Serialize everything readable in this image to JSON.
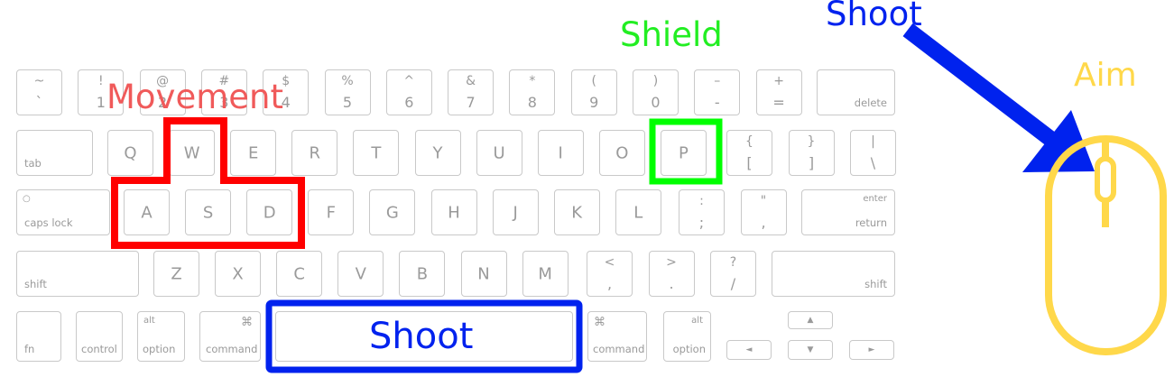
{
  "labels": {
    "movement": "Movement",
    "shield": "Shield",
    "shoot_top": "Shoot",
    "shoot_space": "Shoot",
    "aim": "Aim"
  },
  "colors": {
    "movement": "#ff0000",
    "movement_text": "#f05a5a",
    "shield": "#00ff00",
    "shield_text": "#22ee22",
    "shoot": "#0022ee",
    "aim": "#ffd84a",
    "key_border": "#c9c9c9",
    "key_text": "#9a9a9a"
  },
  "keyboard": {
    "row1": [
      {
        "top": "~",
        "bottom": "`"
      },
      {
        "top": "!",
        "bottom": "1"
      },
      {
        "top": "@",
        "bottom": "2"
      },
      {
        "top": "#",
        "bottom": "3"
      },
      {
        "top": "$",
        "bottom": "4"
      },
      {
        "top": "%",
        "bottom": "5"
      },
      {
        "top": "^",
        "bottom": "6"
      },
      {
        "top": "&",
        "bottom": "7"
      },
      {
        "top": "*",
        "bottom": "8"
      },
      {
        "top": "(",
        "bottom": "9"
      },
      {
        "top": ")",
        "bottom": "0"
      },
      {
        "top": "–",
        "bottom": "-"
      },
      {
        "top": "+",
        "bottom": "="
      }
    ],
    "delete": "delete",
    "tab": "tab",
    "row2": [
      "Q",
      "W",
      "E",
      "R",
      "T",
      "Y",
      "U",
      "I",
      "O",
      "P"
    ],
    "row2_symbols": [
      {
        "top": "{",
        "bottom": "["
      },
      {
        "top": "}",
        "bottom": "]"
      },
      {
        "top": "|",
        "bottom": "\\"
      }
    ],
    "caps_lock": "caps lock",
    "caps_indicator": "○",
    "row3": [
      "A",
      "S",
      "D",
      "F",
      "G",
      "H",
      "J",
      "K",
      "L"
    ],
    "row3_symbols": [
      {
        "top": ":",
        "bottom": ";"
      },
      {
        "top": "\"",
        "bottom": ","
      }
    ],
    "enter": "enter",
    "return": "return",
    "shift_left": "shift",
    "row4": [
      "Z",
      "X",
      "C",
      "V",
      "B",
      "N",
      "M"
    ],
    "row4_symbols": [
      {
        "top": "<",
        "bottom": ","
      },
      {
        "top": ">",
        "bottom": "."
      },
      {
        "top": "?",
        "bottom": "/"
      }
    ],
    "shift_right": "shift",
    "fn": "fn",
    "control": "control",
    "alt": "alt",
    "option": "option",
    "cmd_symbol": "⌘",
    "command": "command",
    "arrow_up": "▲",
    "arrow_left": "◄",
    "arrow_down": "▼",
    "arrow_right": "►"
  }
}
